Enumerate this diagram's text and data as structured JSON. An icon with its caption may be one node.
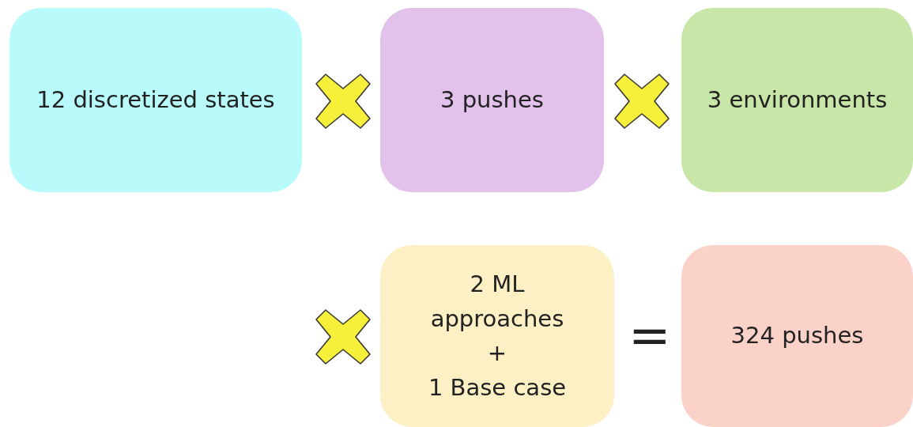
{
  "diagram": {
    "nodes": [
      {
        "text": [
          "12 discretized states"
        ]
      },
      {
        "text": [],
        "shape": "cross"
      },
      {
        "text": [
          "3 pushes"
        ]
      },
      {
        "text": [],
        "shape": "cross"
      },
      {
        "text": [
          "3 environments"
        ]
      },
      {
        "text": [],
        "shape": "cross"
      },
      {
        "text": [
          "2 ML approaches",
          "+",
          "1 Base case"
        ]
      },
      {
        "text": [
          "324 pushes"
        ]
      }
    ],
    "labels": [
      "="
    ]
  }
}
